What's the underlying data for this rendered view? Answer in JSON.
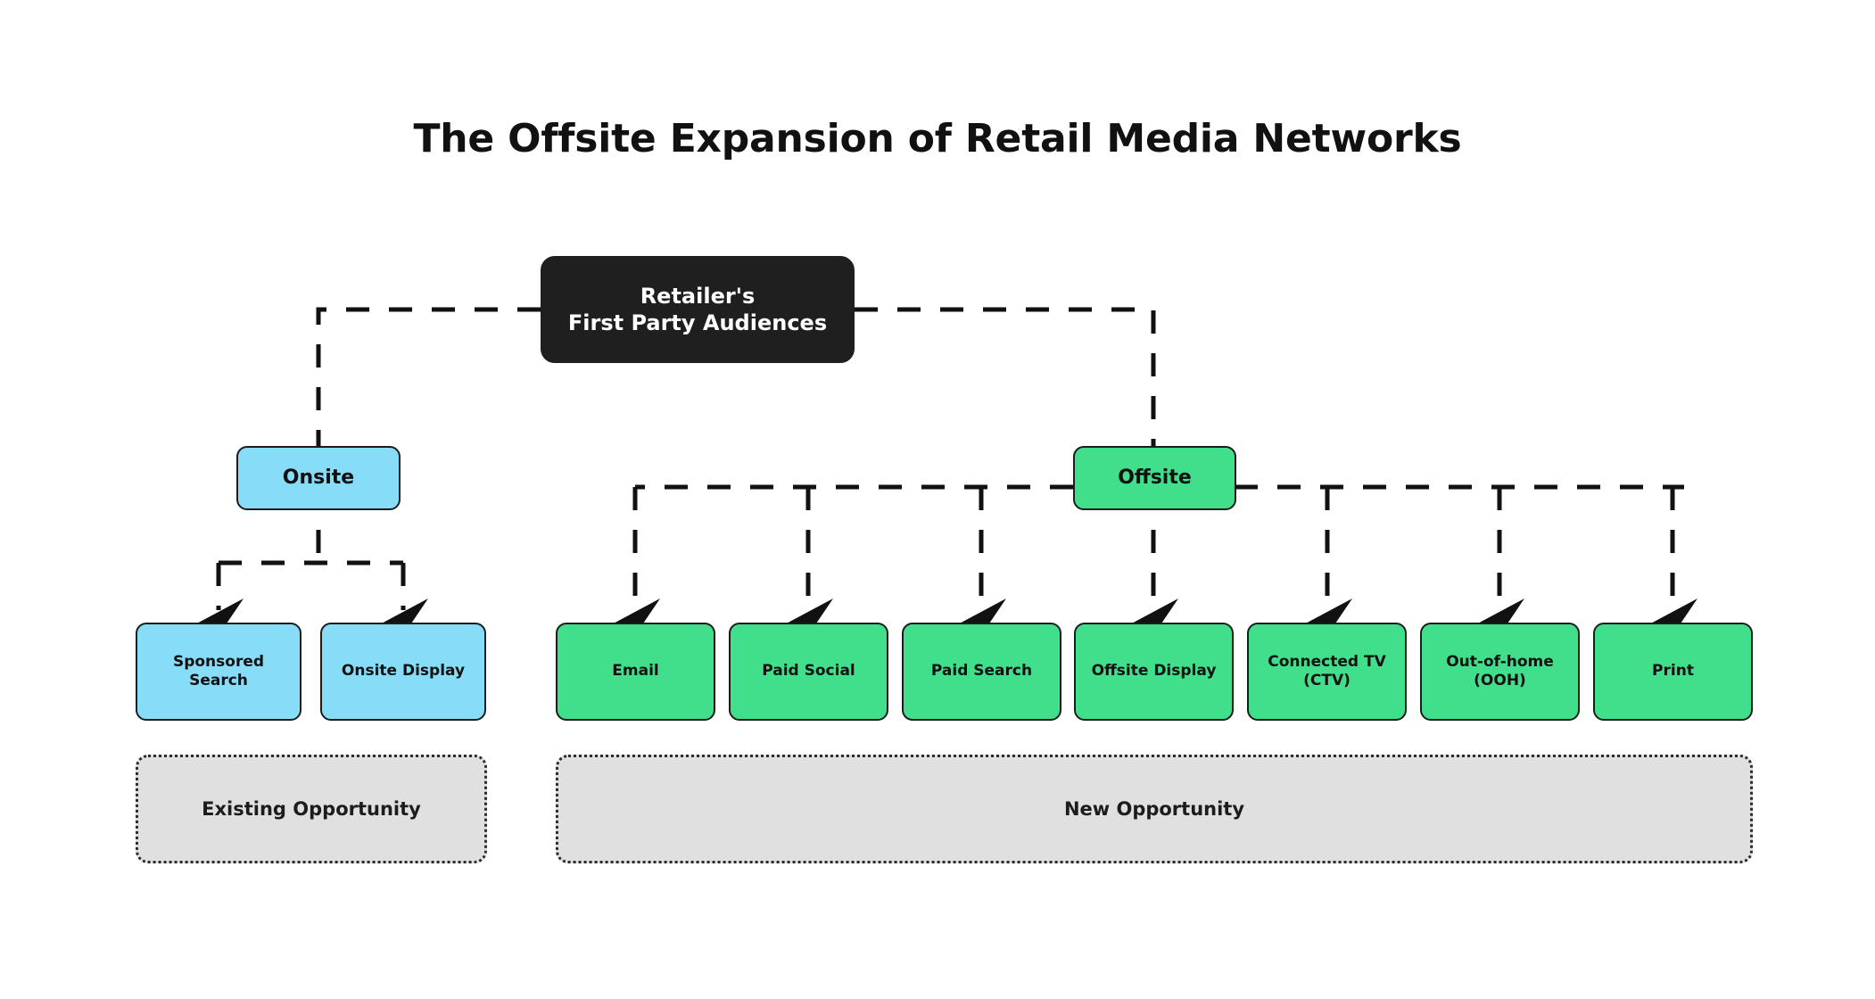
{
  "page": {
    "title": "The Offsite Expansion of Retail Media Networks",
    "background_color": "#ffffff"
  },
  "colors": {
    "root_fill": "#1f1f1f",
    "root_text": "#ffffff",
    "onsite_fill": "#87DCF8",
    "offsite_fill": "#41DE8C",
    "legend_fill": "#e0e0e0",
    "stroke": "#1c1c1c",
    "text": "#111111"
  },
  "nodes": {
    "root": {
      "line1": "Retailer's",
      "line2": "First Party Audiences"
    },
    "onsite": {
      "label": "Onsite"
    },
    "offsite": {
      "label": "Offsite"
    },
    "onsite_children": [
      {
        "label": "Sponsored Search"
      },
      {
        "label": "Onsite Display"
      }
    ],
    "offsite_children": [
      {
        "label": "Email"
      },
      {
        "label": "Paid Social"
      },
      {
        "label": "Paid Search"
      },
      {
        "label": "Offsite Display"
      },
      {
        "label": "Connected TV (CTV)"
      },
      {
        "label": "Out-of-home (OOH)"
      },
      {
        "label": "Print"
      }
    ]
  },
  "legends": [
    {
      "label": "Existing Opportunity"
    },
    {
      "label": "New Opportunity"
    }
  ],
  "chart_data": {
    "type": "diagram",
    "title": "The Offsite Expansion of Retail Media Networks",
    "root": "Retailer's First Party Audiences",
    "branches": [
      {
        "name": "Onsite",
        "color": "#87DCF8",
        "grouping": "Existing Opportunity",
        "children": [
          "Sponsored Search",
          "Onsite Display"
        ]
      },
      {
        "name": "Offsite",
        "color": "#41DE8C",
        "grouping": "New Opportunity",
        "children": [
          "Email",
          "Paid Social",
          "Paid Search",
          "Offsite Display",
          "Connected TV (CTV)",
          "Out-of-home (OOH)",
          "Print"
        ]
      }
    ],
    "edge_style": "dashed-orthogonal-with-arrowheads"
  }
}
